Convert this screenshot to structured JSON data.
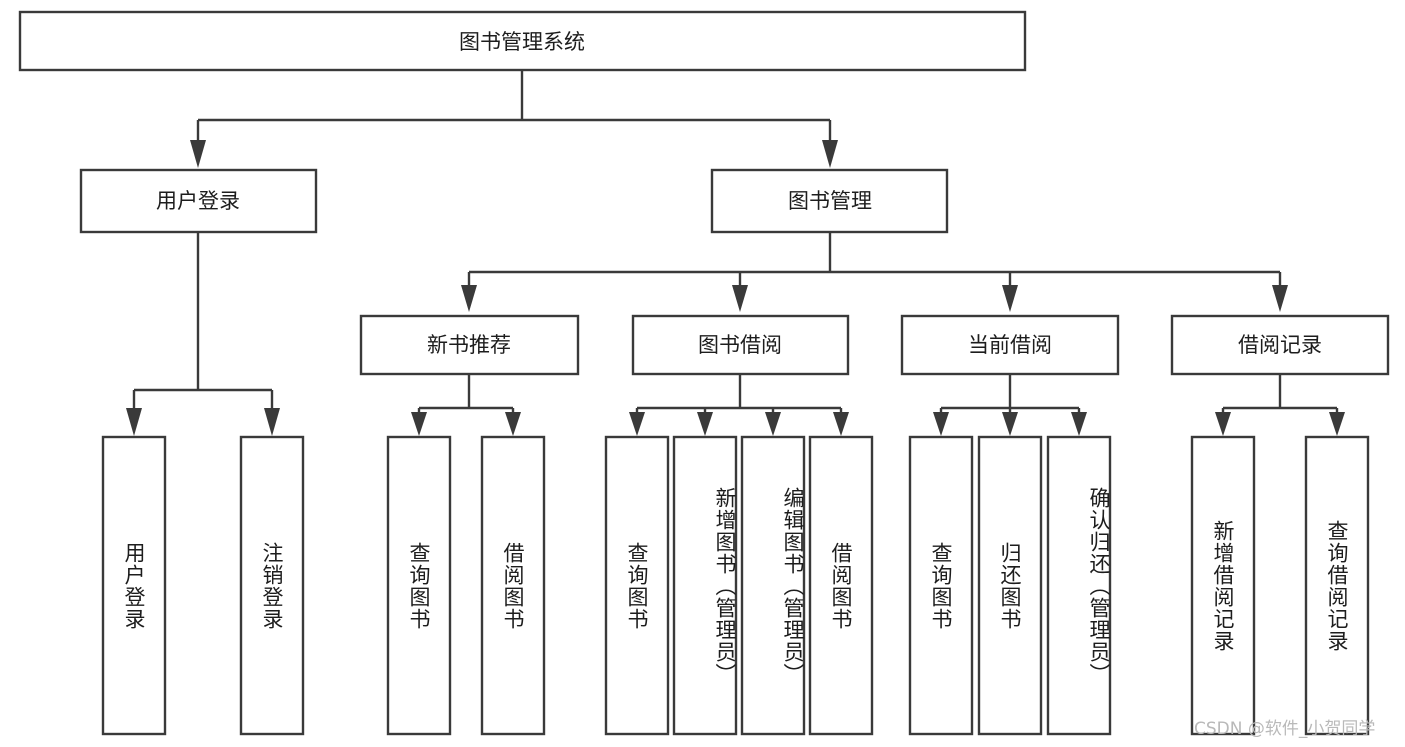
{
  "diagram": {
    "type": "tree-hierarchy",
    "title": "图书管理系统",
    "levels": 4,
    "root": {
      "id": "root",
      "label": "图书管理系统",
      "orientation": "horizontal"
    },
    "level2": [
      {
        "id": "user-login",
        "label": "用户登录",
        "orientation": "horizontal"
      },
      {
        "id": "book-management",
        "label": "图书管理",
        "orientation": "horizontal"
      }
    ],
    "level3": [
      {
        "id": "new-book-recommend",
        "label": "新书推荐",
        "orientation": "horizontal",
        "parent": "book-management"
      },
      {
        "id": "book-borrow",
        "label": "图书借阅",
        "orientation": "horizontal",
        "parent": "book-management"
      },
      {
        "id": "current-borrow",
        "label": "当前借阅",
        "orientation": "horizontal",
        "parent": "book-management"
      },
      {
        "id": "borrow-record",
        "label": "借阅记录",
        "orientation": "horizontal",
        "parent": "book-management"
      }
    ],
    "leaves": [
      {
        "id": "leaf-user-login",
        "label": "用户登录",
        "parent": "user-login",
        "orientation": "vertical"
      },
      {
        "id": "leaf-user-logout",
        "label": "注销登录",
        "parent": "user-login",
        "orientation": "vertical"
      },
      {
        "id": "leaf-query-book-1",
        "label": "查询图书",
        "parent": "new-book-recommend",
        "orientation": "vertical"
      },
      {
        "id": "leaf-borrow-book-1",
        "label": "借阅图书",
        "parent": "new-book-recommend",
        "orientation": "vertical"
      },
      {
        "id": "leaf-query-book-2",
        "label": "查询图书",
        "parent": "book-borrow",
        "orientation": "vertical"
      },
      {
        "id": "leaf-add-book",
        "label": "新增图书（管理员）",
        "parent": "book-borrow",
        "orientation": "vertical"
      },
      {
        "id": "leaf-edit-book",
        "label": "编辑图书（管理员）",
        "parent": "book-borrow",
        "orientation": "vertical"
      },
      {
        "id": "leaf-borrow-book-2",
        "label": "借阅图书",
        "parent": "book-borrow",
        "orientation": "vertical"
      },
      {
        "id": "leaf-query-book-3",
        "label": "查询图书",
        "parent": "current-borrow",
        "orientation": "vertical"
      },
      {
        "id": "leaf-return-book",
        "label": "归还图书",
        "parent": "current-borrow",
        "orientation": "vertical"
      },
      {
        "id": "leaf-confirm-return",
        "label": "确认归还（管理员）",
        "parent": "current-borrow",
        "orientation": "vertical"
      },
      {
        "id": "leaf-add-record",
        "label": "新增借阅记录",
        "parent": "borrow-record",
        "orientation": "vertical"
      },
      {
        "id": "leaf-query-record",
        "label": "查询借阅记录",
        "parent": "borrow-record",
        "orientation": "vertical"
      }
    ],
    "colors": {
      "box_fill": "#ffffff",
      "box_stroke": "#3a3a3a",
      "text": "#1d1d1d",
      "background": "#ffffff",
      "watermark": "#b9b9b9"
    }
  },
  "watermark": {
    "text": "CSDN @软件_小贺同学"
  }
}
